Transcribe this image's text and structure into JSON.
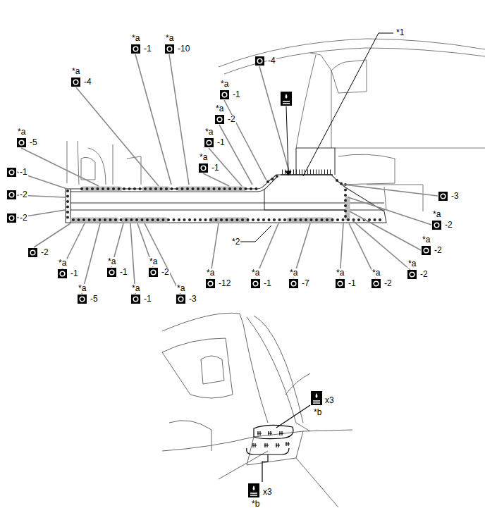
{
  "diagram": {
    "labels": [
      "*a",
      "-4",
      "*a",
      "-1",
      "*a",
      "-10",
      "-4",
      "*1",
      "*a",
      "-1",
      "*a",
      "-2",
      "*a",
      "-1",
      "*a",
      "-5",
      "*a",
      "-1",
      "-1",
      "-2",
      "-3",
      "*a",
      "-2",
      "-2",
      "*a",
      "-2",
      "*2",
      "-2",
      "*a",
      "-2",
      "*a",
      "-1",
      "*a",
      "-1",
      "*a",
      "-2",
      "*a",
      "-12",
      "*a",
      "-1",
      "*a",
      "-7",
      "*a",
      "-1",
      "*a",
      "-2",
      "*a",
      "-5",
      "*a",
      "-1",
      "*a",
      "-3",
      "x3",
      "*b",
      "x3",
      "*b"
    ]
  }
}
